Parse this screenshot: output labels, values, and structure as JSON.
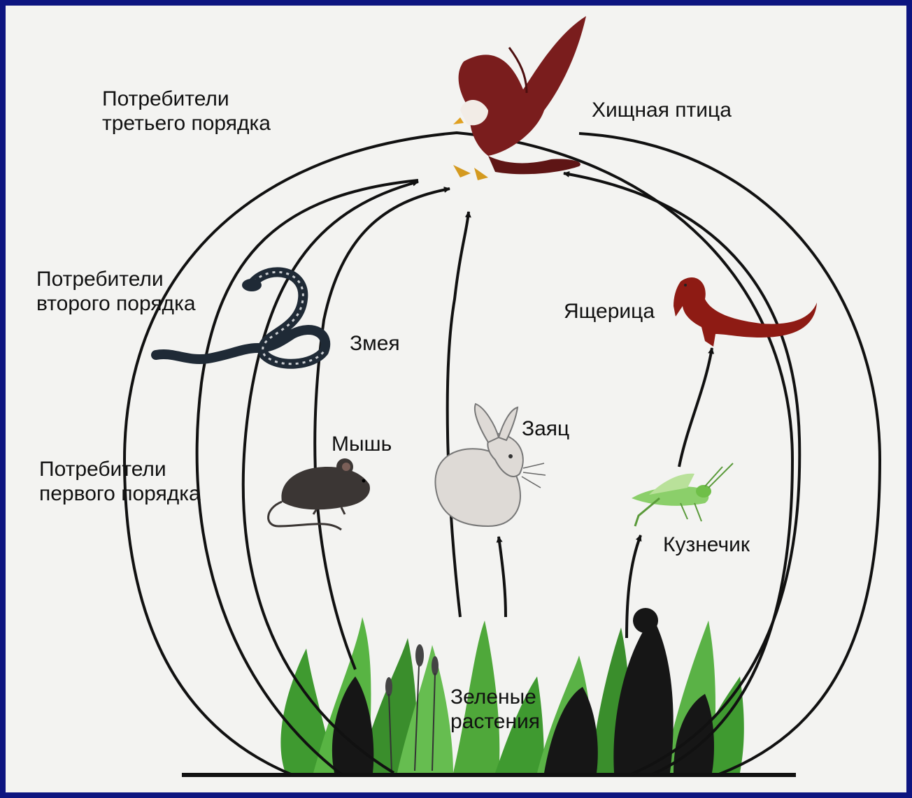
{
  "levels": {
    "third": [
      "Потребители",
      "третьего порядка"
    ],
    "second": [
      "Потребители",
      "второго порядка"
    ],
    "first": [
      "Потребители",
      "первого порядка"
    ]
  },
  "organisms": {
    "bird": "Хищная птица",
    "snake": "Змея",
    "lizard": "Ящерица",
    "mouse": "Мышь",
    "hare": "Заяц",
    "grasshopper": "Кузнечик",
    "plants": [
      "Зеленые",
      "растения"
    ]
  },
  "colors": {
    "frame": "#0d1580",
    "paper": "#f3f3f1",
    "bird": "#7a1d1d",
    "lizard": "#8e1b14",
    "plants": "#4fa83a",
    "dark_plants": "#161616"
  }
}
